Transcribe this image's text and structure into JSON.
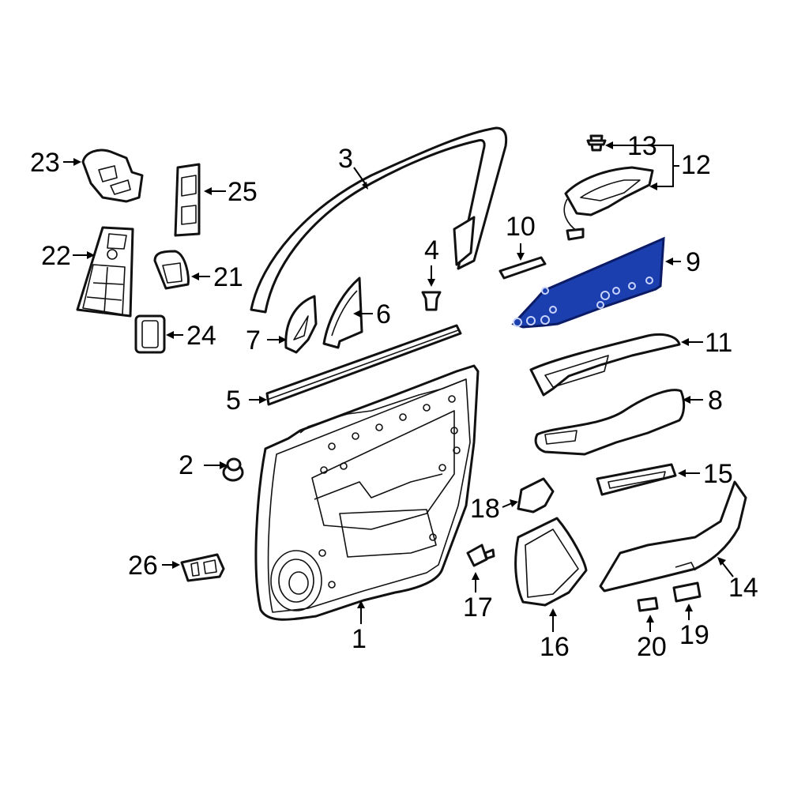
{
  "diagram": {
    "highlighted_part": "9",
    "highlight_color": "#1b3fae",
    "callouts": {
      "c1": "1",
      "c2": "2",
      "c3": "3",
      "c4": "4",
      "c5": "5",
      "c6": "6",
      "c7": "7",
      "c8": "8",
      "c9": "9",
      "c10": "10",
      "c11": "11",
      "c12": "12",
      "c13": "13",
      "c14": "14",
      "c15": "15",
      "c16": "16",
      "c17": "17",
      "c18": "18",
      "c19": "19",
      "c20": "20",
      "c21": "21",
      "c22": "22",
      "c23": "23",
      "c24": "24",
      "c25": "25",
      "c26": "26"
    }
  }
}
